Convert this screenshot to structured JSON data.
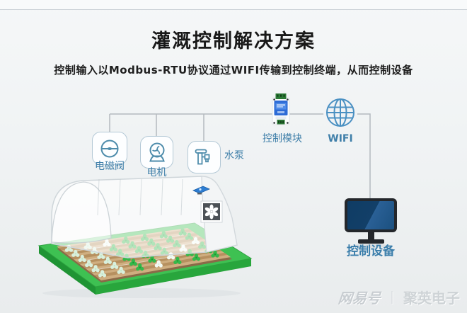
{
  "page": {
    "title": "灌溉控制解决方案",
    "subtitle": "控制输入以Modbus-RTU协议通过WIFI传输到控制终端，从而控制设备"
  },
  "diagram": {
    "nodes": [
      {
        "id": "solenoid-valve",
        "label": "电磁阀",
        "icon": "valve-icon"
      },
      {
        "id": "motor",
        "label": "电机",
        "icon": "motor-icon"
      },
      {
        "id": "water-pump",
        "label": "水泵",
        "icon": "pump-icon"
      },
      {
        "id": "control-module",
        "label": "控制模块",
        "icon": "control-module-device-icon"
      },
      {
        "id": "wifi",
        "label": "WIFI",
        "icon": "wifi-globe-icon"
      },
      {
        "id": "control-device",
        "label": "控制设备",
        "icon": "monitor-icon"
      }
    ],
    "connections": [
      "solenoid-valve — bus",
      "motor — bus",
      "water-pump — bus",
      "bus — control-module",
      "control-module — wifi",
      "wifi — control-device"
    ]
  },
  "illustration": {
    "name": "greenhouse-with-crops",
    "features": [
      "exhaust-fan-icon",
      "camera-icon",
      "crop-rows",
      "green-platform"
    ]
  },
  "watermark": {
    "platform": "网易号",
    "separator": "｜",
    "account": "聚英电子"
  },
  "colors": {
    "icon_stroke": "#4e8cab",
    "label_blue": "#3f7fa9",
    "wire_gray": "#b4babf",
    "wifi_blue": "#4a90c2",
    "module_blue": "#2d6bd6",
    "terminal_green": "#2c7a36",
    "monitor_screen": "#123f68",
    "platform_green": "#3ec152",
    "soil_tan": "#cfae80",
    "plant_green": "#35b84a"
  }
}
